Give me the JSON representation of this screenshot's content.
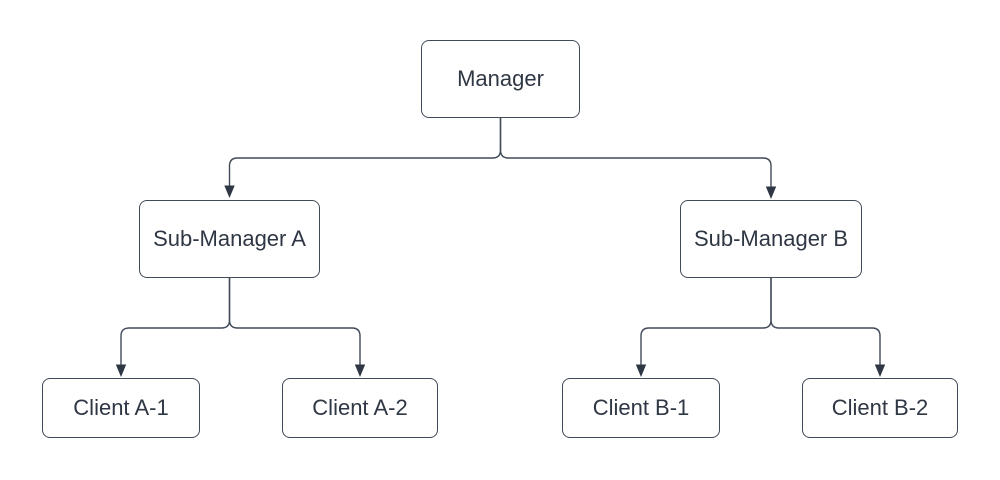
{
  "diagram": {
    "type": "org-chart",
    "colors": {
      "background": "#ffffff",
      "node_fill": "#ffffff",
      "stroke": "#414a58",
      "text": "#2f3744",
      "arrowhead": "#2f3744"
    },
    "nodes": [
      {
        "id": "manager",
        "label": "Manager",
        "level": 0
      },
      {
        "id": "sub-manager-a",
        "label": "Sub-Manager A",
        "level": 1
      },
      {
        "id": "sub-manager-b",
        "label": "Sub-Manager B",
        "level": 1
      },
      {
        "id": "client-a1",
        "label": "Client A-1",
        "level": 2
      },
      {
        "id": "client-a2",
        "label": "Client A-2",
        "level": 2
      },
      {
        "id": "client-b1",
        "label": "Client B-1",
        "level": 2
      },
      {
        "id": "client-b2",
        "label": "Client B-2",
        "level": 2
      }
    ],
    "edges": [
      {
        "from": "manager",
        "to": "sub-manager-a",
        "style": "orthogonal-rounded",
        "arrow": "filled-triangle-at-target"
      },
      {
        "from": "manager",
        "to": "sub-manager-b",
        "style": "orthogonal-rounded",
        "arrow": "filled-triangle-at-target"
      },
      {
        "from": "sub-manager-a",
        "to": "client-a1",
        "style": "orthogonal-rounded",
        "arrow": "filled-triangle-at-target"
      },
      {
        "from": "sub-manager-a",
        "to": "client-a2",
        "style": "orthogonal-rounded",
        "arrow": "filled-triangle-at-target"
      },
      {
        "from": "sub-manager-b",
        "to": "client-b1",
        "style": "orthogonal-rounded",
        "arrow": "filled-triangle-at-target"
      },
      {
        "from": "sub-manager-b",
        "to": "client-b2",
        "style": "orthogonal-rounded",
        "arrow": "filled-triangle-at-target"
      }
    ]
  }
}
